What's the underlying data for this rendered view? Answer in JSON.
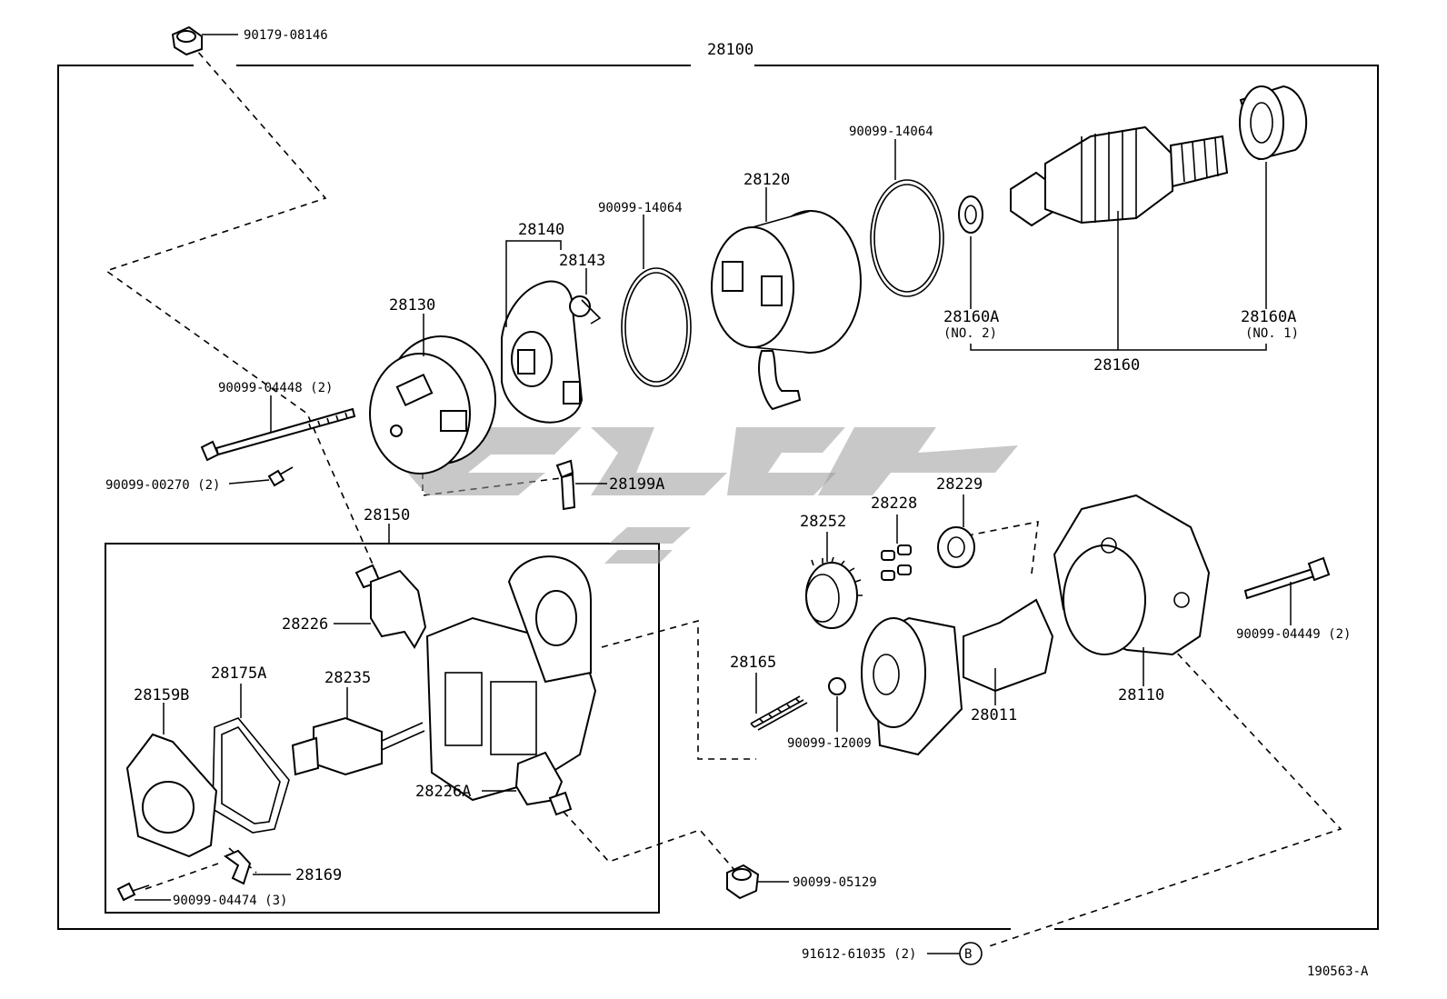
{
  "diagram": {
    "assembly_label": "28100",
    "sub_assembly_label": "28150",
    "drawing_number": "190563-A",
    "circle_marker": "B",
    "part_labels": {
      "p_90179_08146": "90179-08146",
      "p_28120": "28120",
      "p_90099_14064_a": "90099-14064",
      "p_90099_14064_b": "90099-14064",
      "p_28140": "28140",
      "p_28143": "28143",
      "p_28130": "28130",
      "p_90099_04448": "90099-04448 (2)",
      "p_90099_00270": "90099-00270 (2)",
      "p_28199a": "28199A",
      "p_28160a_no2": "28160A",
      "p_no2": "(NO. 2)",
      "p_28160a_no1": "28160A",
      "p_no1": "(NO. 1)",
      "p_28160": "28160",
      "p_28252": "28252",
      "p_28228": "28228",
      "p_28229": "28229",
      "p_28226": "28226",
      "p_28175a": "28175A",
      "p_28235": "28235",
      "p_28159b": "28159B",
      "p_28165": "28165",
      "p_90099_12009": "90099-12009",
      "p_28011": "28011",
      "p_28110": "28110",
      "p_90099_04449": "90099-04449 (2)",
      "p_28226a": "28226A",
      "p_28169": "28169",
      "p_90099_04474": "90099-04474 (3)",
      "p_90099_05129": "90099-05129",
      "p_91612_61035": "91612-61035 (2)"
    }
  }
}
